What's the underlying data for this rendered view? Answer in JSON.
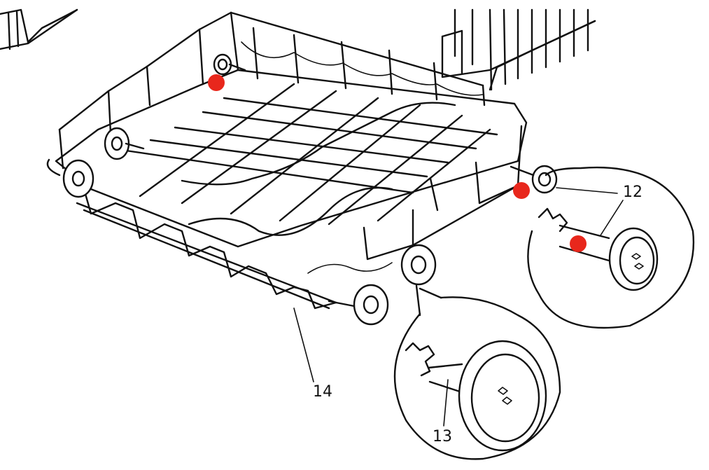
{
  "diagram": {
    "labels": {
      "part_12": "12",
      "part_13": "13",
      "part_14": "14"
    },
    "colors": {
      "ink": "#111111",
      "paper": "#ffffff",
      "marker": "#e8271c"
    },
    "markers": [
      {
        "name": "marker-rear-left-wheel"
      },
      {
        "name": "marker-right-wheel"
      },
      {
        "name": "marker-detail-axle"
      }
    ]
  }
}
